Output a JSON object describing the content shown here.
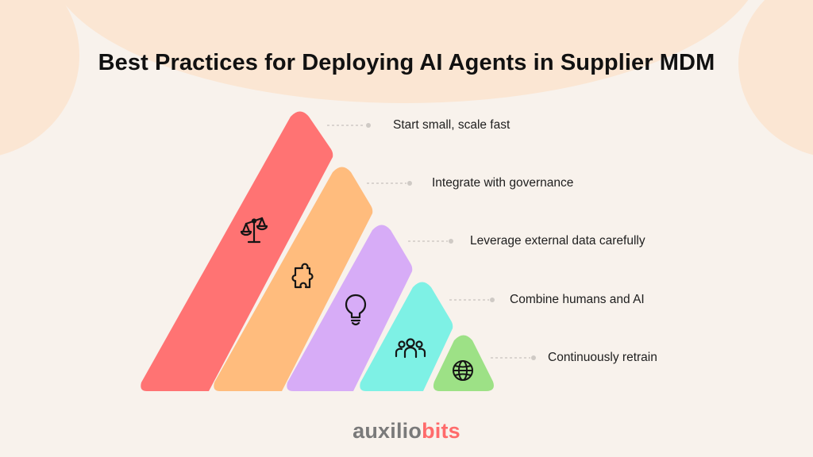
{
  "title": "Best Practices for Deploying AI Agents in Supplier MDM",
  "practices": [
    {
      "label": "Start small, scale fast",
      "color": "#ff7373",
      "icon": "balance-scale-icon"
    },
    {
      "label": "Integrate with governance",
      "color": "#ffbc7d",
      "icon": "puzzle-icon"
    },
    {
      "label": "Leverage external data carefully",
      "color": "#d7acf7",
      "icon": "lightbulb-icon"
    },
    {
      "label": "Combine humans and AI",
      "color": "#7ef1e5",
      "icon": "team-icon"
    },
    {
      "label": "Continuously retrain",
      "color": "#9de186",
      "icon": "globe-icon"
    }
  ],
  "logo": {
    "part1": "auxilio",
    "part2": "bits"
  },
  "colors": {
    "background": "#f8f2ec",
    "blob": "#fbe6d3",
    "connector": "#cfcac5",
    "icon_stroke": "#151515"
  }
}
